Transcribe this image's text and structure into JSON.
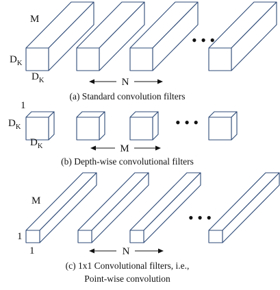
{
  "panels": [
    {
      "caption": "(a) Standard convolution filters",
      "depth_label": "M",
      "height_label_main": "D",
      "height_label_sub": "K",
      "width_label_main": "D",
      "width_label_sub": "K",
      "count_label": "N",
      "ellipsis": "• • •"
    },
    {
      "caption": "(b) Depth-wise convolutional filters",
      "depth_label": "1",
      "height_label_main": "D",
      "height_label_sub": "K",
      "width_label_main": "D",
      "width_label_sub": "K",
      "count_label": "M",
      "ellipsis": "• • •"
    },
    {
      "caption_line1": "(c) 1x1 Convolutional filters, i.e.,",
      "caption_line2": "Point-wise convolution",
      "depth_label": "M",
      "height_label": "1",
      "width_label": "1",
      "count_label": "N",
      "ellipsis": "• • •"
    }
  ],
  "colors": {
    "edge": "#2d4a77",
    "text": "#111111"
  }
}
